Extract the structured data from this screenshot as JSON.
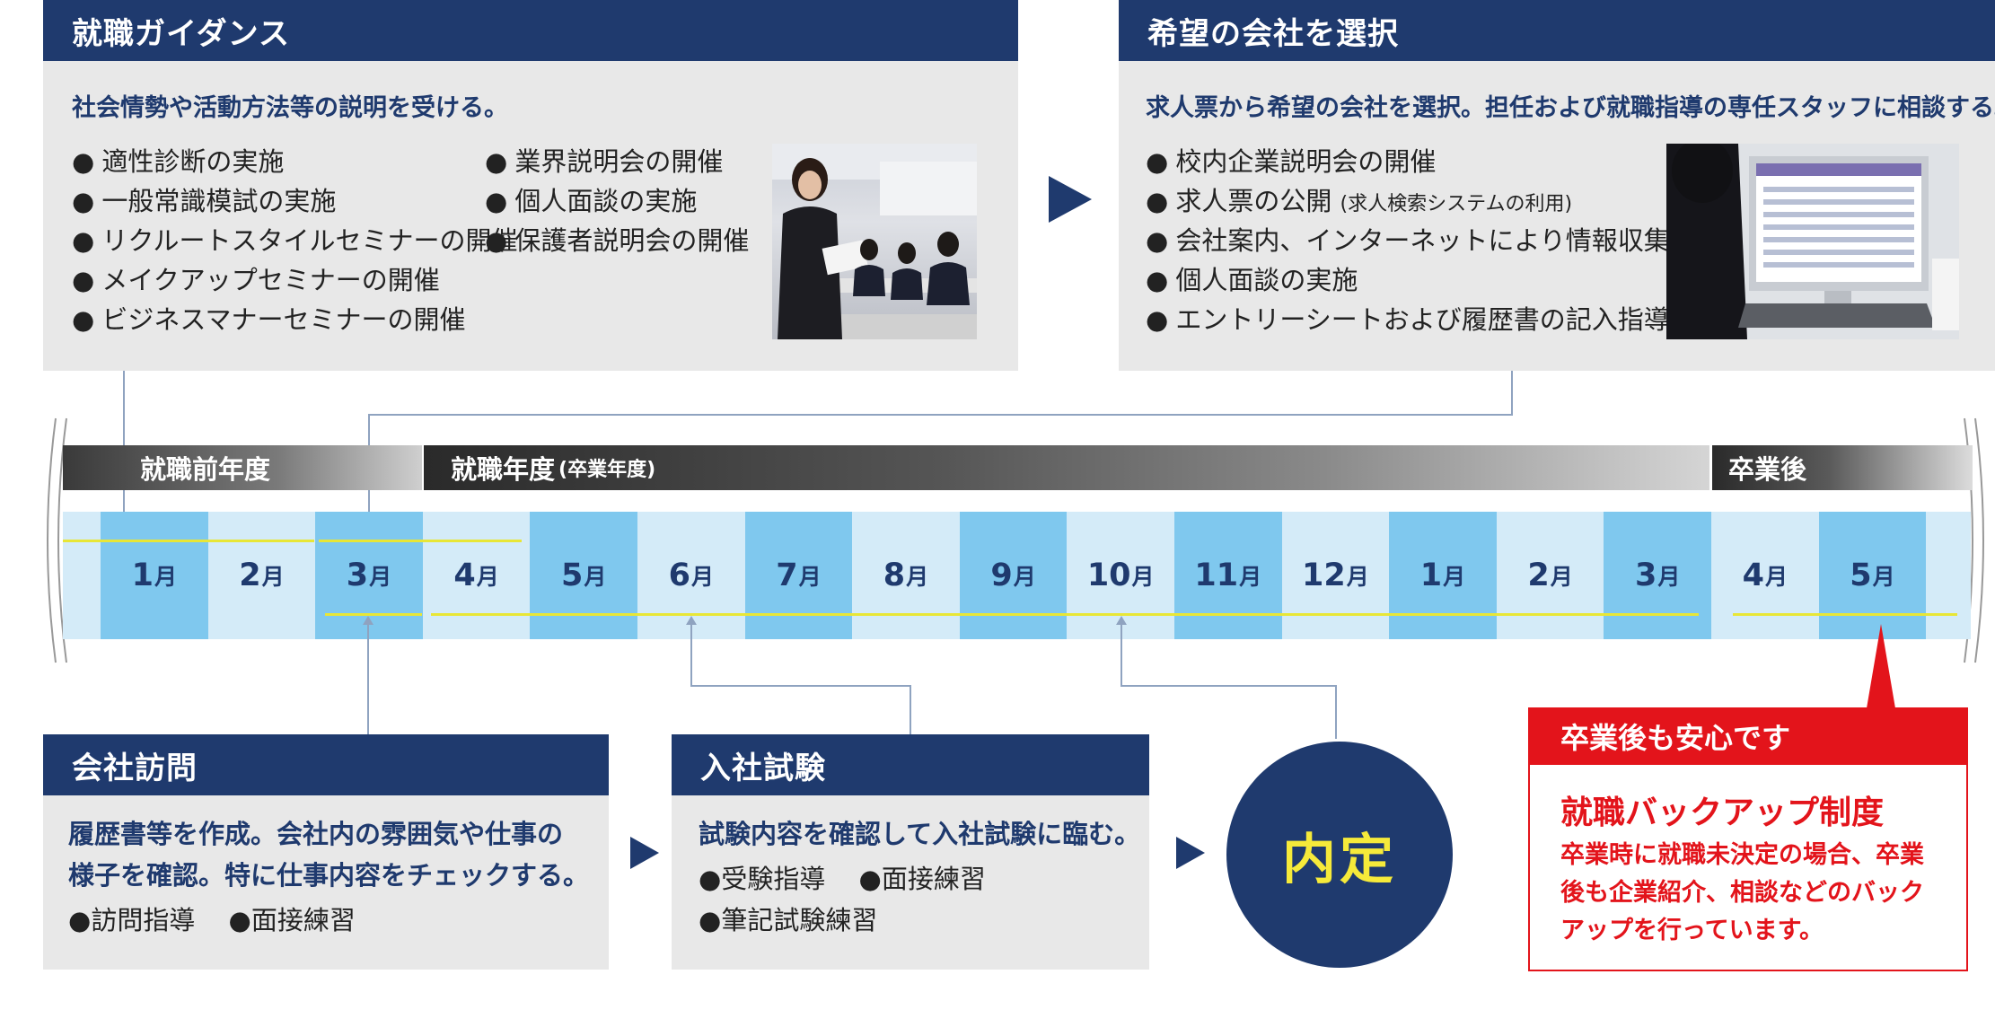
{
  "guidance": {
    "title": "就職ガイダンス",
    "lead": "社会情勢や活動方法等の説明を受ける。",
    "items_left": [
      "適性診断の実施",
      "一般常識模試の実施",
      "リクルートスタイルセミナーの開催",
      "メイクアップセミナーの開催",
      "ビジネスマナーセミナーの開催"
    ],
    "items_right": [
      "業界説明会の開催",
      "個人面談の実施",
      "保護者説明会の開催"
    ]
  },
  "choose": {
    "title": "希望の会社を選択",
    "lead": "求人票から希望の会社を選択。担任および就職指導の専任スタッフに相談する。",
    "items": [
      "校内企業説明会の開催",
      "求人票の公開",
      "会社案内、インターネットにより情報収集",
      "個人面談の実施",
      "エントリーシートおよび履歴書の記入指導"
    ],
    "item2_note": "(求人検索システムの利用)"
  },
  "timeline": {
    "pre_year": "就職前年度",
    "job_year": "就職年度",
    "job_year_note": "(卒業年度)",
    "after": "卒業後",
    "month_suffix": "月",
    "months": [
      "1",
      "2",
      "3",
      "4",
      "5",
      "6",
      "7",
      "8",
      "9",
      "10",
      "11",
      "12",
      "1",
      "2",
      "3",
      "4",
      "5"
    ]
  },
  "visit": {
    "title": "会社訪問",
    "line1": "履歴書等を作成。会社内の雰囲気や仕事の",
    "line2": "様子を確認。特に仕事内容をチェックする。",
    "items": [
      "訪問指導",
      "面接練習"
    ]
  },
  "exam": {
    "title": "入社試験",
    "lead": "試験内容を確認して入社試験に臨む。",
    "items": [
      "受験指導",
      "面接練習",
      "筆記試験練習"
    ]
  },
  "offer": {
    "label": "内定"
  },
  "backup": {
    "header": "卒業後も安心です",
    "title": "就職バックアップ制度",
    "line1": "卒業時に就職未決定の場合、卒業",
    "line2": "後も企業紹介、相談などのバック",
    "line3": "アップを行っています。"
  },
  "colors": {
    "navy": "#1f3a6e",
    "red": "#e3141b",
    "month_dark": "#7fc8ee",
    "month_light": "#d4ebf8",
    "offer_yellow": "#f6ea3a"
  }
}
